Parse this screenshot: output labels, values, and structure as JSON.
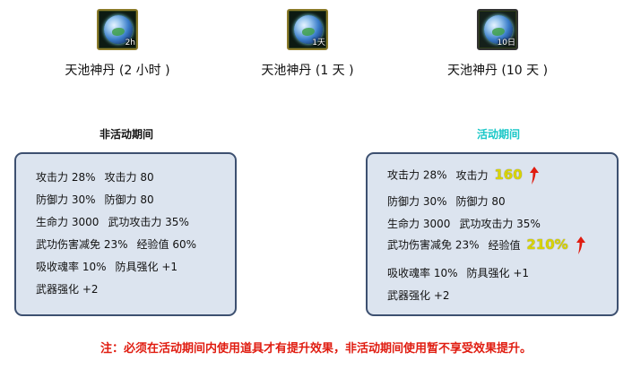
{
  "items": [
    {
      "name": "天池神丹 (2 小时 )",
      "badge": "2h",
      "icon": "elixir-orb-icon"
    },
    {
      "name": "天池神丹 (1 天 )",
      "badge": "1天",
      "icon": "elixir-orb-icon"
    },
    {
      "name": "天池神丹 (10 天 )",
      "badge": "10日",
      "icon": "elixir-orb-icon"
    }
  ],
  "inactive": {
    "title": "非活动期间",
    "rows": [
      [
        "攻击力 28%",
        "攻击力 80"
      ],
      [
        "防御力 30%",
        "防御力 80"
      ],
      [
        "生命力 3000",
        "武功攻击力 35%"
      ],
      [
        "武功伤害减免 23%",
        "经验值 60%"
      ],
      [
        "吸收魂率 10%",
        "防具强化 +1"
      ],
      [
        "武器强化 +2"
      ]
    ]
  },
  "active": {
    "title": "活动期间",
    "rows": [
      {
        "a": "攻击力 28%",
        "b": "攻击力",
        "hl": "160"
      },
      {
        "a": "防御力 30%",
        "b": "防御力 80"
      },
      {
        "a": "生命力 3000",
        "b": "武功攻击力 35%"
      },
      {
        "a": "武功伤害减免 23%",
        "b": "经验值",
        "hl": "210%"
      },
      {
        "a": "吸收魂率 10%",
        "b": "防具强化 +1"
      },
      {
        "a": "武器强化 +2"
      }
    ]
  },
  "note": "注：必须在活动期间内使用道具才有提升效果，非活动期间使用暂不享受效果提升。",
  "colors": {
    "active_title": "#18c7c7",
    "highlight": "#d8d400",
    "arrow": "#e01c10",
    "note": "#e01c10"
  }
}
